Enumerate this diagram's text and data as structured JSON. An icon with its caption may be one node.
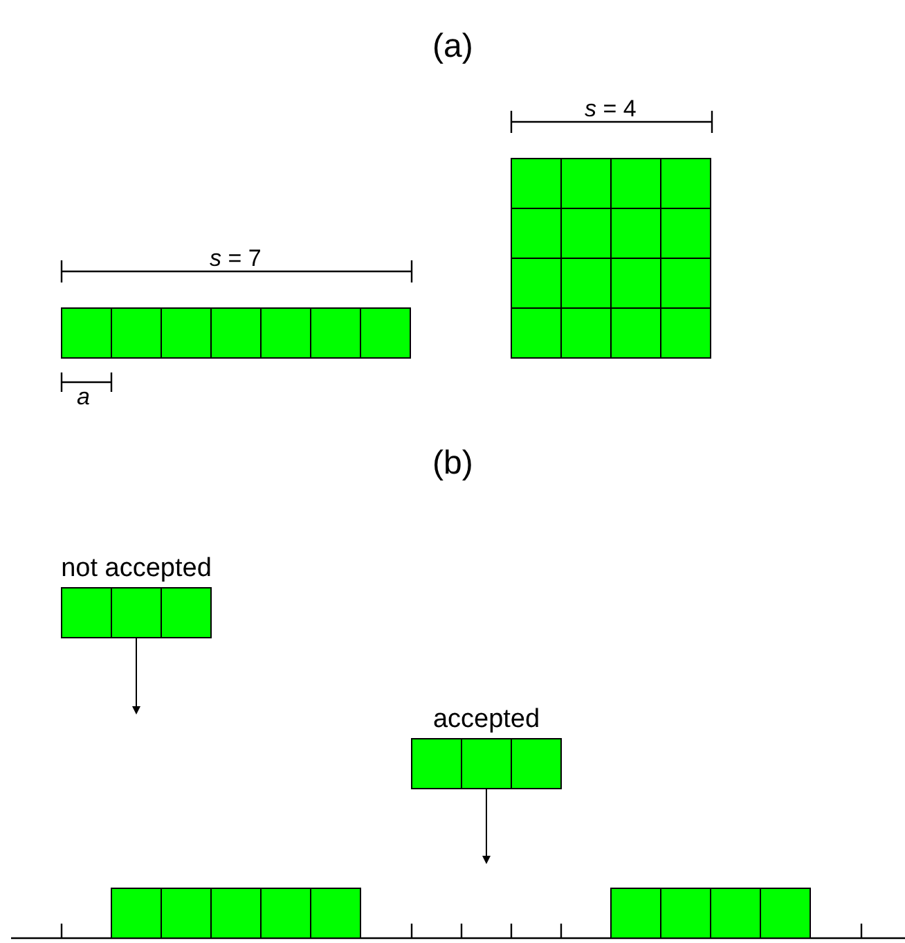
{
  "diagram": {
    "nodes": [
      {
        "text": [],
        "shape": "bar"
      },
      {
        "text": [],
        "shape": "box"
      },
      {
        "text": [
          "not accepted"
        ]
      },
      {
        "text": [
          "accepted"
        ]
      },
      {
        "text": [],
        "shape": "bar"
      },
      {
        "text": [],
        "shape": "bar"
      }
    ],
    "edges": [
      {
        "from": 2,
        "to": null,
        "arrow": "to"
      },
      {
        "from": 3,
        "to": null,
        "arrow": "to"
      }
    ],
    "labels": [
      "(a)",
      "*s* = 4",
      "*s* = 7",
      "a",
      "(b)"
    ]
  }
}
